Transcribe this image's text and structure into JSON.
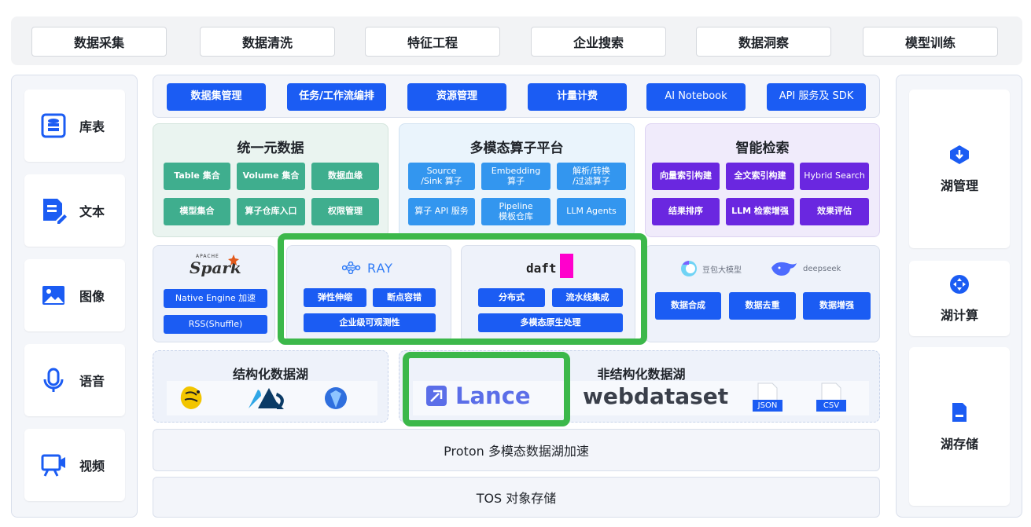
{
  "top_tabs": [
    "数据采集",
    "数据清洗",
    "特征工程",
    "企业搜索",
    "数据洞察",
    "模型训练"
  ],
  "left_sidebar": [
    "库表",
    "文本",
    "图像",
    "语音",
    "视频"
  ],
  "right_sidebar": [
    "湖管理",
    "湖计算",
    "湖存储"
  ],
  "service_bar": [
    "数据集管理",
    "任务/工作流编排",
    "资源管理",
    "计量计费",
    "AI Notebook",
    "API 服务及 SDK"
  ],
  "unified_data": {
    "title": "统一元数据",
    "items": [
      "Table 集合",
      "Volume 集合",
      "数据血缘",
      "模型集合",
      "算子仓库入口",
      "权限管理"
    ]
  },
  "operator_platform": {
    "title": "多模态算子平台",
    "items": [
      "Source\n/Sink 算子",
      "Embedding\n算子",
      "解析/转换\n/过滤算子",
      "算子 API 服务",
      "Pipeline\n模板仓库",
      "LLM Agents"
    ]
  },
  "smart_search": {
    "title": "智能检索",
    "items": [
      "向量索引构建",
      "全文索引构建",
      "Hybrid Search",
      "结果排序",
      "LLM 检索增强",
      "效果评估"
    ]
  },
  "spark": {
    "logo_text": "Spark",
    "logo_small": "APACHE",
    "items": [
      "Native Engine 加速",
      "RSS(Shuffle)"
    ]
  },
  "ray": {
    "logo_text": "RAY",
    "items": [
      "弹性伸缩",
      "断点容错",
      "企业级可观测性"
    ]
  },
  "daft": {
    "logo_text": "daft",
    "items": [
      "分布式",
      "流水线集成",
      "多模态原生处理"
    ]
  },
  "models": {
    "doubao": "豆包大模型",
    "deepseek": "deepseek",
    "items": [
      "数据合成",
      "数据去重",
      "数据增强"
    ]
  },
  "structured_lake": {
    "title": "结构化数据湖"
  },
  "unstructured_lake": {
    "title": "非结构化数据湖",
    "lance": "Lance",
    "webdataset": "webdataset",
    "json": "JSON",
    "csv": "CSV"
  },
  "proton": "Proton 多模态数据湖加速",
  "tos": "TOS 对象存储",
  "colors": {
    "primary_blue": "#1b5cf3",
    "green": "#3fae8e",
    "purple": "#6a27e0",
    "sky": "#3396ef",
    "highlight": "#3cb84a"
  }
}
